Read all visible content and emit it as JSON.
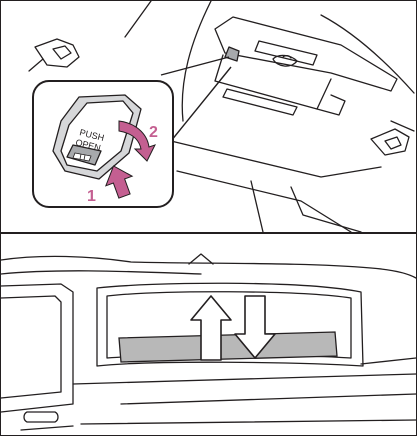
{
  "top_panel": {
    "switch_text_line1": "PUSH",
    "switch_text_line2": "OPEN",
    "step_1": "1",
    "step_2": "2"
  },
  "colors": {
    "line": "#231f20",
    "arrow_accent": "#c45f91",
    "glass_tint": "#b8b8b8",
    "switch_gray": "#a7a9ac"
  },
  "icons": {
    "window_icon": "rear-window-icon",
    "push_arrow": "upward-arrow-icon",
    "rotate_arrow": "curved-arrow-icon",
    "open_arrow": "up-arrow-outline-icon",
    "close_arrow": "down-arrow-outline-icon"
  }
}
